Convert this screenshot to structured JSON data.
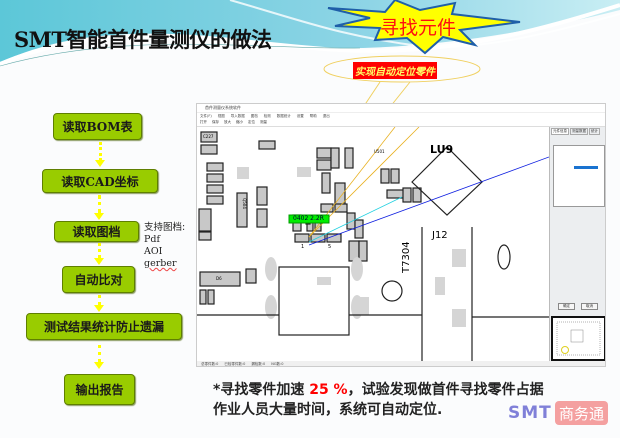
{
  "slide": {
    "title": "SMT智能首件量测仪的做法",
    "burst_label": "寻找元件",
    "callout_label": "实现自动定位零件"
  },
  "flow": {
    "steps": [
      "读取BOM表",
      "读取CAD坐标",
      "读取图档",
      "自动比对",
      "测试结果统计防止遗漏",
      "输出报告"
    ],
    "note_title": "支持图档:",
    "note_items": [
      "Pdf",
      "AOI",
      "gerber"
    ]
  },
  "summary": {
    "prefix": "*寻找零件加速 ",
    "percent": "25 %",
    "line1_rest": "，试验发现做首件寻找零件占据",
    "line2": "作业人员大量时间，系统可自动定位."
  },
  "logo": {
    "smt": "SMT",
    "cn": "商务通"
  },
  "app": {
    "title": "首件测量仪系统软件",
    "menu": [
      "文件(F)",
      "视图",
      "导入数据",
      "图档",
      "检测",
      "数据统计",
      "设置",
      "帮助",
      "退出"
    ],
    "toolbar": [
      "打开",
      "保存",
      "放大",
      "缩小",
      "定位",
      "测量"
    ],
    "highlight_label": "0402    2.2R",
    "labels": [
      "LU9",
      "J12",
      "T7304",
      "Q504",
      "U501",
      "D6",
      "C227",
      "1",
      "5"
    ],
    "panel_tabs": [
      "元件信息",
      "测量数据",
      "统计"
    ],
    "panel_buttons": [
      "确定",
      "取消"
    ],
    "status": [
      "总零件数:0",
      "已检零件数:0",
      "漏检数:0",
      "NG数:0"
    ]
  },
  "colors": {
    "step_fill": "#99cc00",
    "arrow": "#ffff00",
    "burst": "#ffff00",
    "highlight": "#00ee00"
  }
}
